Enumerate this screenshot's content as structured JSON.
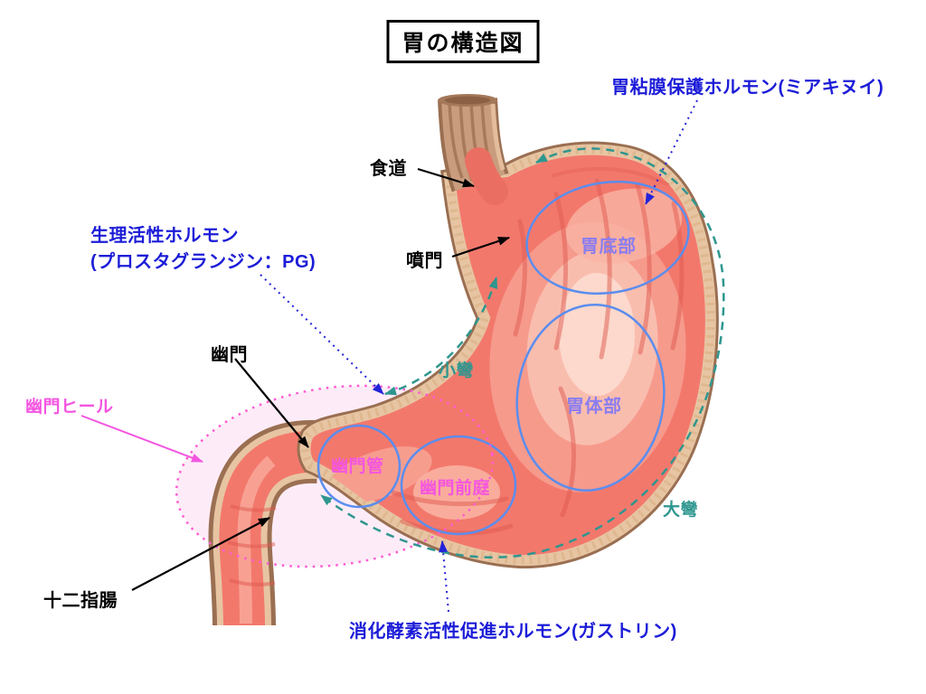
{
  "title": "胃の構造図",
  "colors": {
    "hormone_blue": "#1c1cd8",
    "curvature_teal": "#2e968f",
    "region_violet": "#8b7df0",
    "pyloric_magenta": "#f455e0",
    "label_black": "#000000",
    "circle_blue": "#5b8dee",
    "stomach_coral": "#f3786c",
    "wall_tan": "#e7c5a3"
  },
  "labels": {
    "mucosa_hormone": "胃粘膜保護ホルモン(ミアキヌイ)",
    "esophagus": "食道",
    "bioactive_hormone_line1": "生理活性ホルモン",
    "bioactive_hormone_line2": "(プロスタグランジン：PG)",
    "cardia": "噴門",
    "fundus": "胃底部",
    "pylorus": "幽門",
    "lesser_curvature": "小彎",
    "gastric_body": "胃体部",
    "pyloric_heel": "幽門ヒール",
    "pyloric_canal": "幽門管",
    "pyloric_antrum": "幽門前庭",
    "greater_curvature": "大彎",
    "duodenum": "十二指腸",
    "gastrin_hormone": "消化酵素活性促進ホルモン(ガストリン)"
  }
}
